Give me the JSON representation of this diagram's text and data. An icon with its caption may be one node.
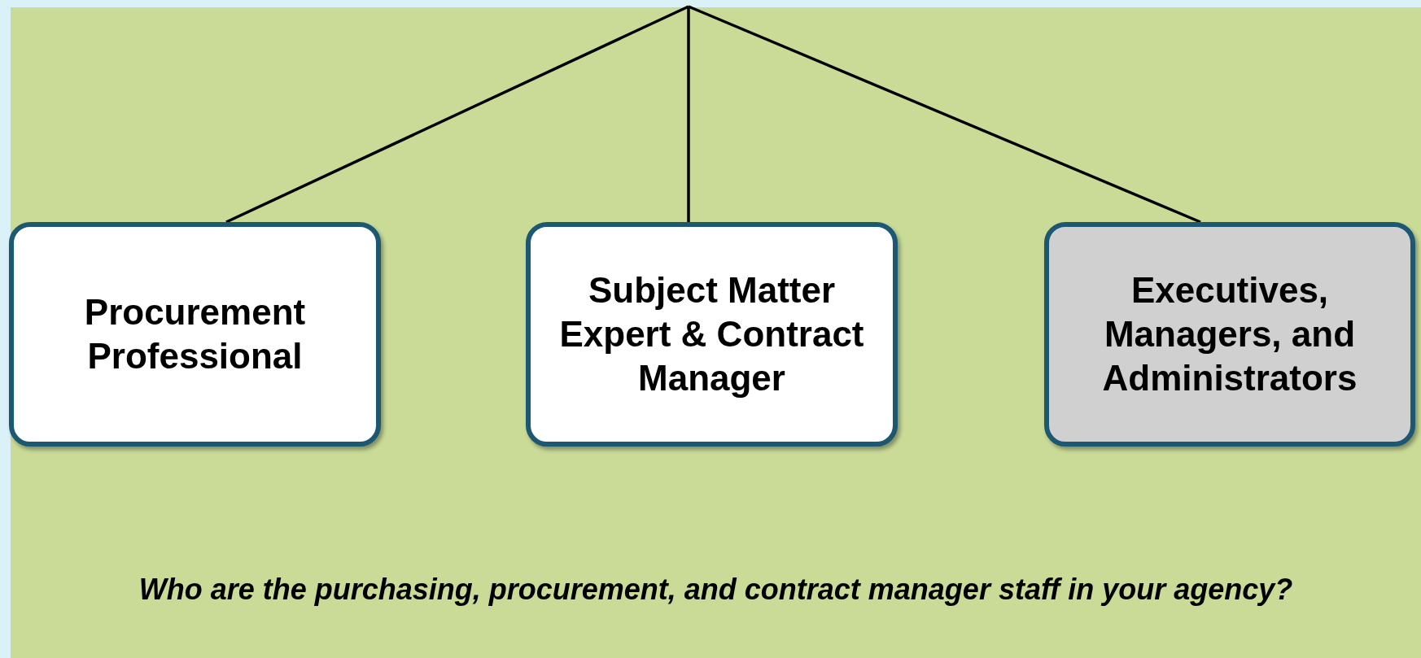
{
  "diagram": {
    "caption": "Who are the purchasing, procurement, and contract manager staff in your agency?",
    "nodes": [
      {
        "text": [
          "Procurement Professional"
        ]
      },
      {
        "text": [
          "Subject Matter Expert & Contract Manager"
        ]
      },
      {
        "text": [
          "Executives, Managers, and Administrators"
        ]
      }
    ],
    "edges": [
      {
        "from": null,
        "to": 0,
        "arrow": "none"
      },
      {
        "from": null,
        "to": 1,
        "arrow": "none"
      },
      {
        "from": null,
        "to": 2,
        "arrow": "none"
      }
    ]
  }
}
